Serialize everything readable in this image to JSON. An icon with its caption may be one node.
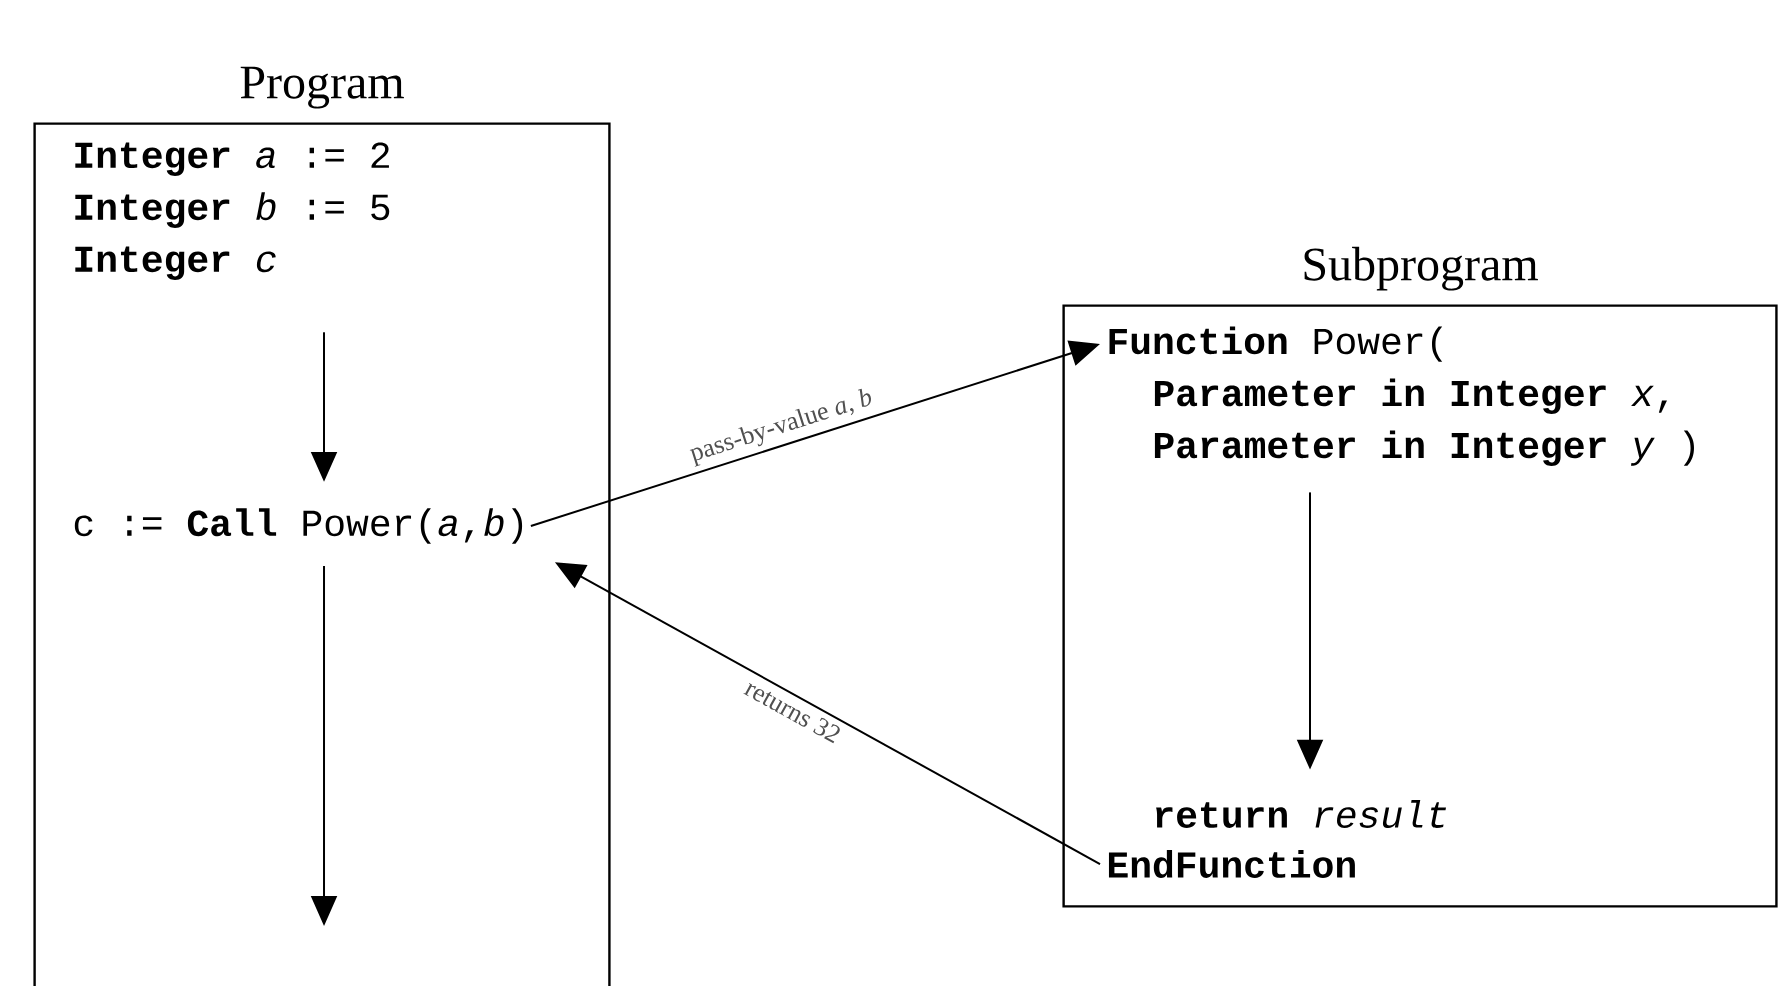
{
  "diagram": {
    "nodes": [
      {
        "text": [
          "Program"
        ]
      },
      {
        "text": [
          "**Integer** *a* := 2",
          "**Integer** *b* := 5",
          "**Integer** *c*"
        ],
        "in": 0
      },
      {
        "text": [
          "c := **Call** Power(*a*,*b*)"
        ],
        "in": 0
      },
      {
        "text": [
          "Subprogram"
        ]
      },
      {
        "text": [
          "**Function** Power(",
          "**Parameter in Integer** *x*,",
          "**Parameter in Integer** *y* )"
        ],
        "in": 3
      },
      {
        "text": [
          "**return** *result*"
        ],
        "in": 3
      },
      {
        "text": [
          "EndFunction"
        ],
        "in": 3
      }
    ],
    "edges": [
      {
        "from": 1,
        "to": 2,
        "arrow": "to"
      },
      {
        "from": 2,
        "to": null,
        "arrow": "to"
      },
      {
        "from": 4,
        "to": 5,
        "arrow": "to"
      },
      {
        "from": 2,
        "to": 4,
        "arrow": "to",
        "label": "pass-by-value *a*, *b*"
      },
      {
        "from": 6,
        "to": 2,
        "arrow": "to",
        "label": "returns 32"
      }
    ]
  }
}
